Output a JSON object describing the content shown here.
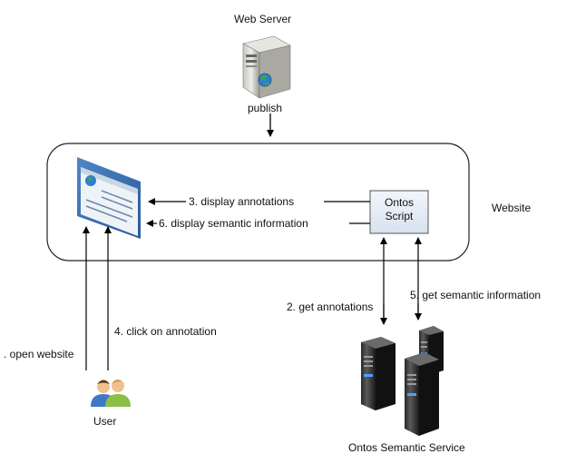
{
  "web_server": {
    "label": "Web Server"
  },
  "publish": {
    "label": "publish"
  },
  "website": {
    "label": "Website"
  },
  "ontos_script": {
    "line1": "Ontos",
    "line2": "Script"
  },
  "steps": {
    "open_website": ". open website",
    "get_annotations": "2. get annotations",
    "display_annotations": "3. display annotations",
    "click_annotation": "4. click on annotation",
    "get_semantic": "5. get semantic information",
    "display_semantic": "6. display semantic information"
  },
  "user": {
    "label": "User"
  },
  "service": {
    "label": "Ontos Semantic Service"
  }
}
